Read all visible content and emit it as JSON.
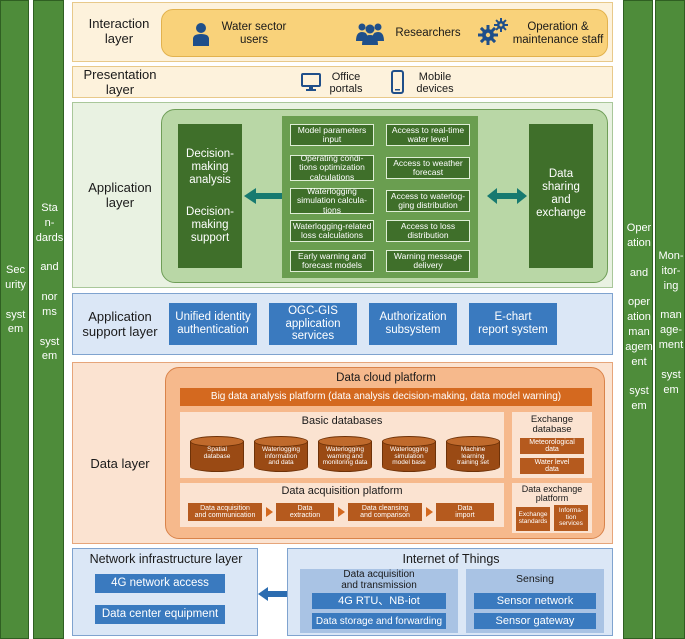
{
  "side_left": {
    "security": "Sec\nurity\n\nsyst\nem",
    "standards": "Sta\nn-\ndards\n\nand\n\nnor\nms\n\nsyst\nem"
  },
  "side_right": {
    "operation": "Oper\nation\n\nand\n\noper\nation\nman\nagem\nent\n\nsyst\nem",
    "monitoring": "Mon-\nitor-\ning\n\nman\nage-\nment\n\nsyst\nem"
  },
  "interaction": {
    "title": "Interaction\nlayer",
    "users": [
      {
        "icon": "user-icon",
        "label": "Water sector\nusers"
      },
      {
        "icon": "group-icon",
        "label": "Researchers"
      },
      {
        "icon": "gears-icon",
        "label": "Operation &\nmaintenance staff"
      }
    ]
  },
  "presentation": {
    "title": "Presentation\nlayer",
    "items": [
      {
        "icon": "monitor-icon",
        "label": "Office\nportals"
      },
      {
        "icon": "mobile-icon",
        "label": "Mobile\ndevices"
      }
    ]
  },
  "application": {
    "title": "Application\nlayer",
    "left_box": {
      "line1": "Decision-\nmaking\nanalysis",
      "line2": "Decision-\nmaking\nsupport"
    },
    "right_box": "Data\nsharing\nand\nexchange",
    "left_column": [
      "Model parameters\ninput",
      "Operating condi-\ntions optimization\ncalculations",
      "Waterlogging\nsimulation calcula-\ntions",
      "Waterlogging-related\nloss calculations",
      "Early warning and\nforecast models"
    ],
    "right_column": [
      "Access to real-time\nwater level",
      "Access to weather\nforecast",
      "Access to waterlog-\nging distribution",
      "Access to loss\ndistribution",
      "Warning message\ndelivery"
    ]
  },
  "support": {
    "title": "Application\nsupport layer",
    "items": [
      "Unified identity\nauthentication",
      "OGC-GIS\napplication\nservices",
      "Authorization\nsubsystem",
      "E-chart\nreport system"
    ]
  },
  "data_layer": {
    "title": "Data layer",
    "cloud_title": "Data cloud platform",
    "big_data_bar": "Big data analysis platform (data analysis decision-making, data model warning)",
    "basic_db_title": "Basic databases",
    "databases": [
      "Spatial\ndatabase",
      "Waterlogging\ninformation\nand data",
      "Waterlogging\nwarning and\nmonitoring data",
      "Waterlogging\nsimulation\nmodel base",
      "Machine\nlearning\ntraining set"
    ],
    "exchange_db_title": "Exchange\ndatabase",
    "exchange_db_items": [
      "Meteorological\ndata",
      "Water level\ndata"
    ],
    "acq_title": "Data acquisition platform",
    "acq_steps": [
      "Data acquisition\nand communication",
      "Data\nextraction",
      "Data cleansing\nand comparison",
      "Data\nimport"
    ],
    "exch_platform_title": "Data exchange\nplatform",
    "exch_platform_items": [
      "Exchange\nstandards",
      "Informa-\ntion\nservices"
    ]
  },
  "network": {
    "title": "Network infrastructure layer",
    "items": [
      "4G network access",
      "Data center equipment"
    ]
  },
  "iot": {
    "title": "Internet of Things",
    "acq_title": "Data acquisition\nand transmission",
    "acq_items": [
      "4G RTU、NB-iot",
      "Data storage and forwarding"
    ],
    "sensing_title": "Sensing",
    "sensing_items": [
      "Sensor network",
      "Sensor gateway"
    ]
  }
}
